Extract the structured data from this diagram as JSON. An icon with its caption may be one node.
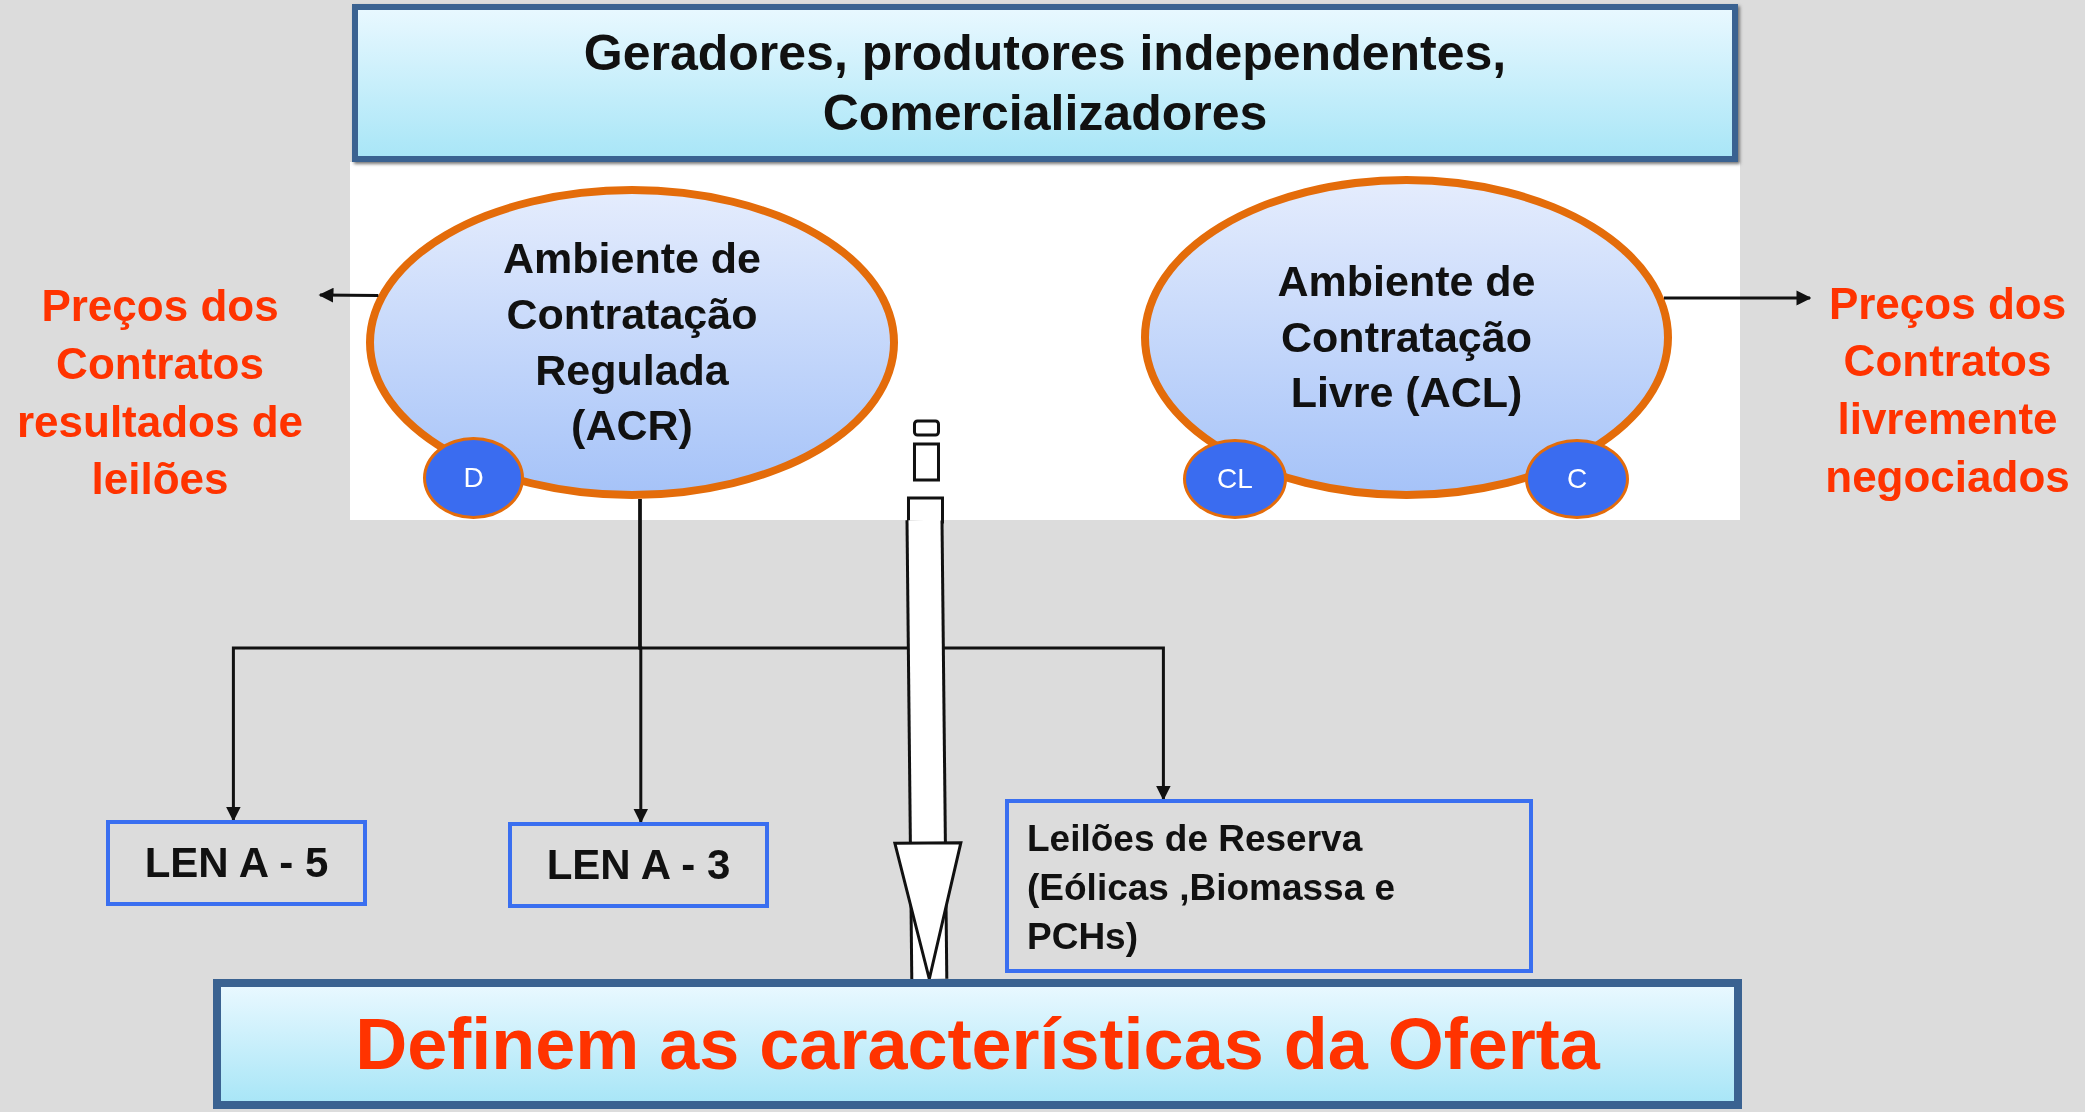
{
  "diagram": {
    "nodes": [
      {
        "text": [
          "Geradores, produtores independentes, Comercializadores"
        ]
      },
      {
        "text": [],
        "shape": "box"
      },
      {
        "text": [
          "Ambiente de Contratação Regulada (ACR)"
        ],
        "in": 1
      },
      {
        "text": [
          "D"
        ],
        "in": 1
      },
      {
        "text": [
          "Ambiente de Contratação Livre (ACL)"
        ],
        "in": 1
      },
      {
        "text": [
          "CL"
        ],
        "in": 1
      },
      {
        "text": [
          "C"
        ],
        "in": 1
      },
      {
        "text": [
          "Preços dos Contratos resultados de leilões"
        ]
      },
      {
        "text": [
          "Preços dos Contratos livremente negociados"
        ]
      },
      {
        "text": [
          "LEN A - 5"
        ]
      },
      {
        "text": [
          "LEN A - 3"
        ]
      },
      {
        "text": [
          "Leilões de Reserva (Eólicas ,Biomassa e PCHs)"
        ]
      },
      {
        "text": [
          "Definem as características da Oferta"
        ]
      }
    ],
    "edges": [
      {
        "from": 2,
        "to": 7,
        "arrow": "to"
      },
      {
        "from": 4,
        "to": 8,
        "arrow": "to"
      },
      {
        "from": 2,
        "to": 9,
        "arrow": "to"
      },
      {
        "from": 2,
        "to": 10,
        "arrow": "to"
      },
      {
        "from": 2,
        "to": 11,
        "arrow": "to"
      },
      {
        "from": 1,
        "to": 12,
        "arrow": "to",
        "style": "thick",
        "color": "#ffffff"
      }
    ]
  }
}
